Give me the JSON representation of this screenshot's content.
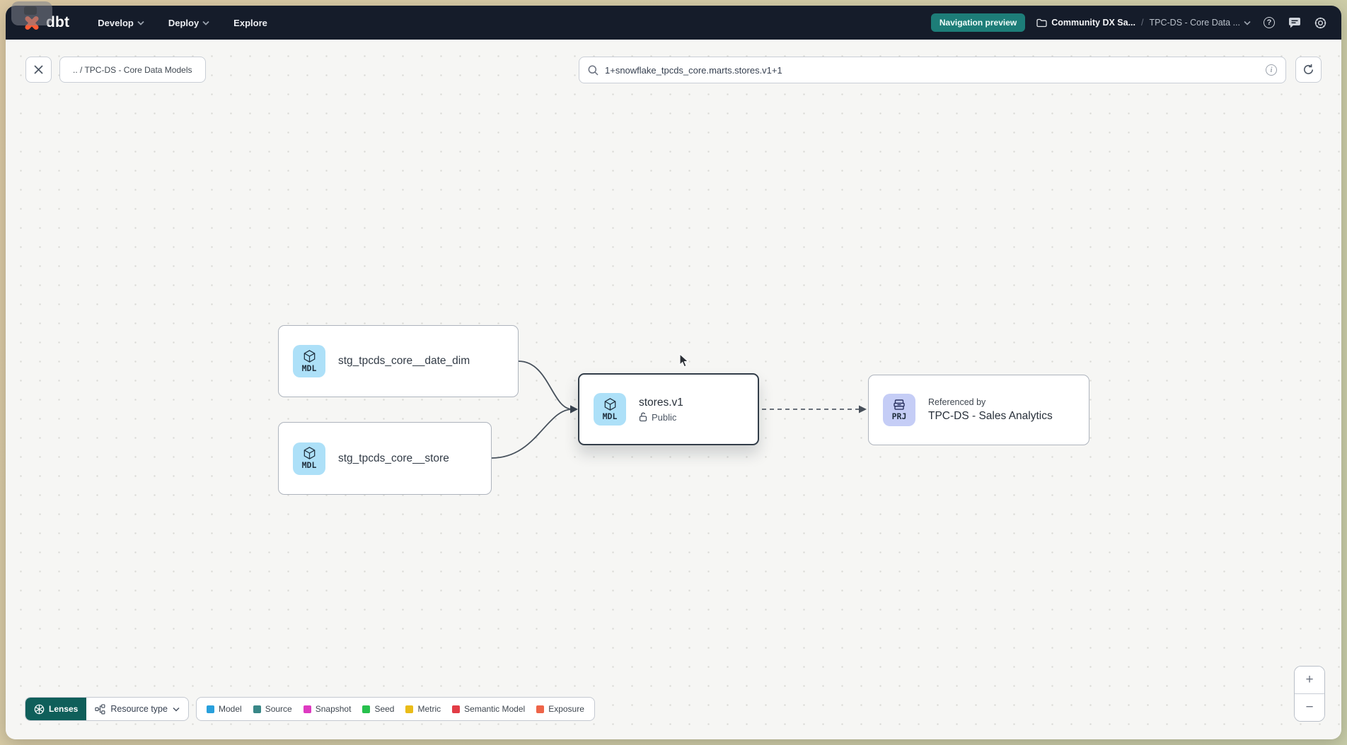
{
  "navbar": {
    "logo_text": "dbt",
    "menu": [
      {
        "label": "Develop"
      },
      {
        "label": "Deploy"
      },
      {
        "label": "Explore"
      }
    ],
    "preview_badge": "Navigation preview",
    "breadcrumb": {
      "project": "Community DX Sa...",
      "separator": "/",
      "page": "TPC-DS - Core Data ..."
    }
  },
  "toolbar": {
    "back_chip": ".. / TPC-DS - Core Data Models",
    "search_value": "1+snowflake_tpcds_core.marts.stores.v1+1"
  },
  "graph": {
    "nodes": [
      {
        "badge": "MDL",
        "label": "stg_tpcds_core__date_dim"
      },
      {
        "badge": "MDL",
        "label": "stg_tpcds_core__store"
      },
      {
        "badge": "MDL",
        "label": "stores.v1",
        "access": "Public"
      },
      {
        "badge": "PRJ",
        "caption": "Referenced by",
        "label": "TPC-DS - Sales Analytics"
      }
    ]
  },
  "footer": {
    "lenses_label": "Lenses",
    "resource_type_label": "Resource type",
    "legend": [
      {
        "label": "Model",
        "color": "#29a0dc"
      },
      {
        "label": "Source",
        "color": "#398787"
      },
      {
        "label": "Snapshot",
        "color": "#de3ac1"
      },
      {
        "label": "Seed",
        "color": "#27c04d"
      },
      {
        "label": "Metric",
        "color": "#eabc18"
      },
      {
        "label": "Semantic Model",
        "color": "#e23c46"
      },
      {
        "label": "Exposure",
        "color": "#ee6448"
      }
    ]
  },
  "zoom_controls": {
    "zoom_in": "+",
    "zoom_out": "−"
  },
  "colors": {
    "navbar_bg": "#151c2a",
    "accent_teal": "#1d7d78",
    "lenses_teal": "#0f5f5a",
    "brand_orange": "#ff5c35",
    "model_badge_bg": "#ade0f8",
    "project_badge_bg": "#c5cdf6",
    "selected_border": "#323d49"
  }
}
